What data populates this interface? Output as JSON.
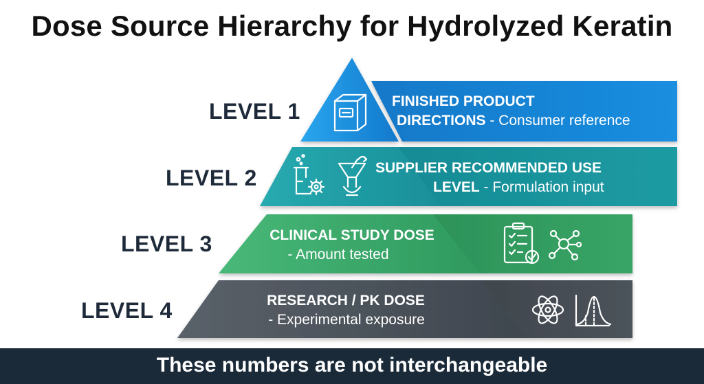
{
  "title": "Dose Source Hierarchy for Hydrolyzed Keratin",
  "levels": [
    {
      "label": "LEVEL 1",
      "heading_1": "FINISHED PRODUCT",
      "heading_2": "DIRECTIONS",
      "detail": " - Consumer reference",
      "color": "#1a8fdc",
      "icons": [
        "product-box-icon"
      ]
    },
    {
      "label": "LEVEL 2",
      "heading_1": "SUPPLIER RECOMMENDED USE",
      "heading_2": "LEVEL",
      "detail": " - Formulation input",
      "color": "#1f9ea6",
      "icons": [
        "beaker-gear-icon",
        "funnel-mixing-icon"
      ]
    },
    {
      "label": "LEVEL 3",
      "heading_1": "CLINICAL STUDY DOSE",
      "detail": "- Amount tested",
      "color": "#3aa86a",
      "icons": [
        "clipboard-check-icon",
        "molecule-network-icon"
      ]
    },
    {
      "label": "LEVEL 4",
      "heading_1": "RESEARCH / PK DOSE",
      "detail": "- Experimental exposure",
      "color": "#4a5159",
      "icons": [
        "atom-icon",
        "distribution-curve-icon"
      ]
    }
  ],
  "footer": "These numbers are not interchangeable"
}
